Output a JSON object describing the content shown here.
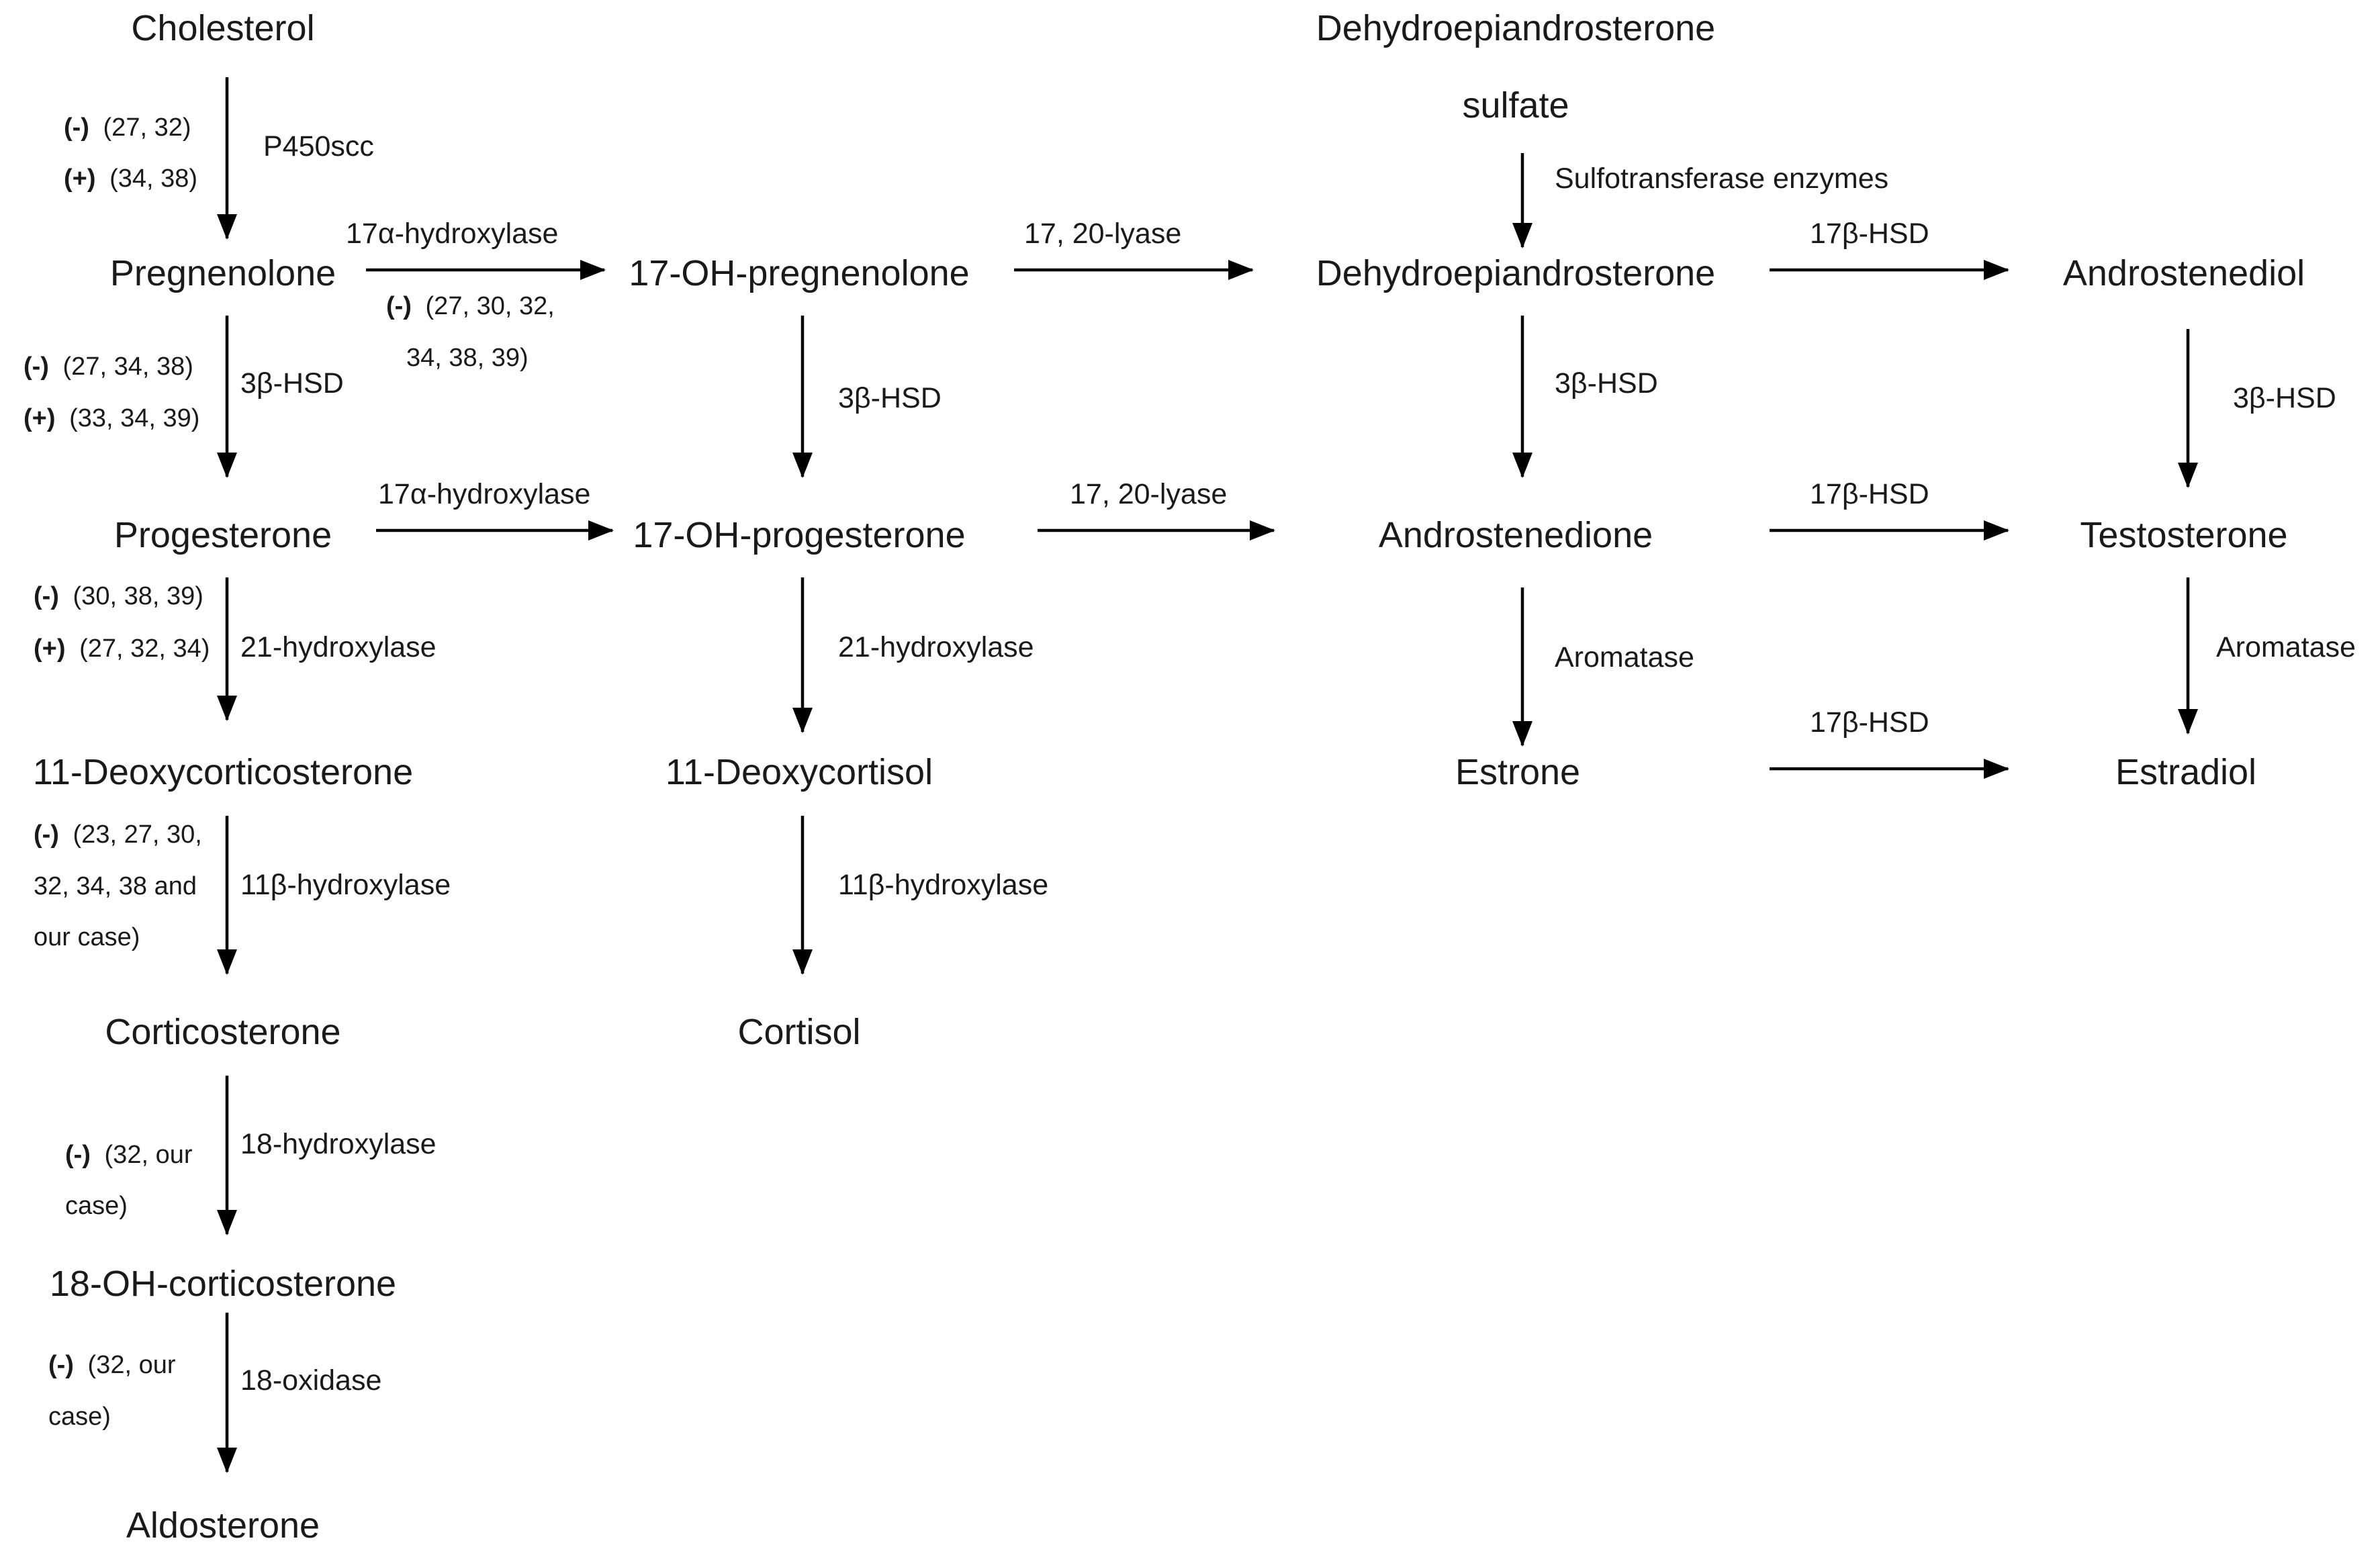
{
  "nodes": {
    "cholesterol": "Cholesterol",
    "pregnenolone": "Pregnenolone",
    "progesterone": "Progesterone",
    "deoxycorticosterone": "11-Deoxycorticosterone",
    "corticosterone": "Corticosterone",
    "oh18_corticosterone": "18-OH-corticosterone",
    "aldosterone": "Aldosterone",
    "oh17_pregnenolone": "17-OH-pregnenolone",
    "oh17_progesterone": "17-OH-progesterone",
    "deoxycortisol": "11-Deoxycortisol",
    "cortisol": "Cortisol",
    "dheas_line1": "Dehydroepiandrosterone",
    "dheas_line2": "sulfate",
    "dhea": "Dehydroepiandrosterone",
    "androstenedione": "Androstenedione",
    "estrone": "Estrone",
    "androstenediol": "Androstenediol",
    "testosterone": "Testosterone",
    "estradiol": "Estradiol"
  },
  "enzymes": {
    "p450scc": "P450scc",
    "hsd3b_preg_prog": "3β-HSD",
    "hydrox21_left": "21-hydroxylase",
    "hydrox11b_left": "11β-hydroxylase",
    "hydrox18": "18-hydroxylase",
    "oxidase18": "18-oxidase",
    "hydrox17a_top": "17α-hydroxylase",
    "hydrox17a_bottom": "17α-hydroxylase",
    "hsd3b_mid": "3β-HSD",
    "hydrox21_mid": "21-hydroxylase",
    "hydrox11b_mid": "11β-hydroxylase",
    "lyase_top": "17, 20-lyase",
    "lyase_bottom": "17, 20-lyase",
    "sulfotransferase": "Sulfotransferase enzymes",
    "hsd3b_dhea": "3β-HSD",
    "aromatase_left": "Aromatase",
    "hsd17b_top": "17β-HSD",
    "hsd17b_mid": "17β-HSD",
    "hsd17b_bottom": "17β-HSD",
    "hsd3b_right": "3β-HSD",
    "aromatase_right": "Aromatase"
  },
  "notes": {
    "p450scc_minus_sign": "(-)",
    "p450scc_minus_refs": "(27, 32)",
    "p450scc_plus_sign": "(+)",
    "p450scc_plus_refs": "(34, 38)",
    "hsd3b_minus_sign": "(-)",
    "hsd3b_minus_refs": "(27, 34, 38)",
    "hsd3b_plus_sign": "(+)",
    "hsd3b_plus_refs": "(33, 34, 39)",
    "hydrox17a_minus_sign": "(-)",
    "hydrox17a_minus_refs_1": "(27, 30, 32,",
    "hydrox17a_minus_refs_2": "34, 38, 39)",
    "hydrox21_minus_sign": "(-)",
    "hydrox21_minus_refs": "(30, 38, 39)",
    "hydrox21_plus_sign": "(+)",
    "hydrox21_plus_refs": "(27, 32, 34)",
    "hydrox11b_minus_sign": "(-)",
    "hydrox11b_refs_1": "(23, 27, 30,",
    "hydrox11b_refs_2": "32, 34, 38 and",
    "hydrox11b_refs_3": "our case)",
    "hydrox18_minus_sign": "(-)",
    "hydrox18_refs_1": "(32, our",
    "hydrox18_refs_2": "case)",
    "oxidase18_minus_sign": "(-)",
    "oxidase18_refs_1": "(32,  our",
    "oxidase18_refs_2": "case)"
  }
}
